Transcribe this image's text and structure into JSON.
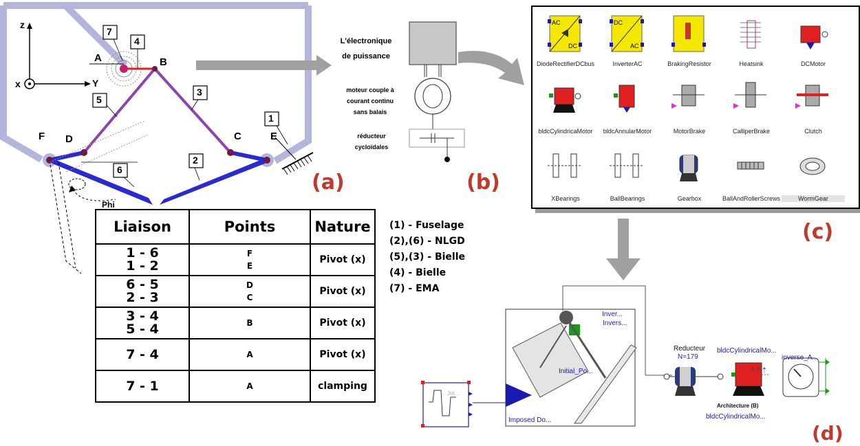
{
  "panel_a": {
    "axes": {
      "z": "z",
      "x": "x",
      "y": "Y"
    },
    "points": {
      "A": "A",
      "B": "B",
      "C": "C",
      "D": "D",
      "E": "E",
      "F": "F"
    },
    "numbers": {
      "n1": "1",
      "n2": "2",
      "n3": "3",
      "n4": "4",
      "n5": "5",
      "n6": "6",
      "n7": "7"
    },
    "angle_label": "Phi",
    "label": "(a)"
  },
  "table": {
    "headers": [
      "Liaison",
      "Points",
      "Nature"
    ],
    "rows": [
      {
        "liaison": [
          "1 - 6",
          "1 - 2"
        ],
        "points": [
          "F",
          "E"
        ],
        "nature": "Pivot (x)"
      },
      {
        "liaison": [
          "6 - 5",
          "2 - 3"
        ],
        "points": [
          "D",
          "C"
        ],
        "nature": "Pivot (x)"
      },
      {
        "liaison": [
          "3 - 4",
          "5 - 4"
        ],
        "points": [
          "B"
        ],
        "nature": "Pivot (x)"
      },
      {
        "liaison": [
          "7 - 4"
        ],
        "points": [
          "A"
        ],
        "nature": "Pivot (x)"
      },
      {
        "liaison": [
          "7 - 1"
        ],
        "points": [
          "A"
        ],
        "nature": "clamping"
      }
    ]
  },
  "legend": [
    "(1) - Fuselage",
    "(2),(6) - NLGD",
    "(5),(3) - Bielle",
    "(4) - Bielle",
    "(7) - EMA"
  ],
  "panel_b": {
    "electronics": [
      "L'électronique",
      "de puissance"
    ],
    "motor": [
      "moteur couple à",
      "courant continu",
      "sans balais"
    ],
    "reducer": [
      "réducteur",
      "cycloïdales"
    ],
    "label": "(b)"
  },
  "panel_c": {
    "items": [
      "DiodeRectifierDCbus",
      "InverterAC",
      "BrakingResistor",
      "Heatsink",
      "DCMotor",
      "bldcCylindricaMotor",
      "bldcAnnularMotor",
      "MotorBrake",
      "CalliperBrake",
      "Clutch",
      "XBearings",
      "BallBearings",
      "Gearbox",
      "BallAndRollerScrews",
      "WormGear"
    ],
    "icon_text": {
      "ac": "AC",
      "dc": "DC"
    },
    "label": "(c)"
  },
  "panel_d": {
    "imposed": "Imposed Do...",
    "jm": "Jm...",
    "initial": "Initial_Po...",
    "inver1": "Inver...",
    "inver2": "Invers...",
    "reducteur": "Reducteur",
    "ratio": "N=179",
    "motor_top": "bldcCylindricalMo...",
    "inverse": "inverse_A...",
    "architecture": "Architecture (B)",
    "motor_bottom": "bldcCylindricalMo...",
    "label": "(d)"
  },
  "colors": {
    "frame": "#b3b6da",
    "link": "#8e44ad",
    "blade": "#2a2ad0",
    "red": "#c0392b",
    "arrow": "#a0a0a0",
    "modelica_blue": "#1a1ab0"
  }
}
